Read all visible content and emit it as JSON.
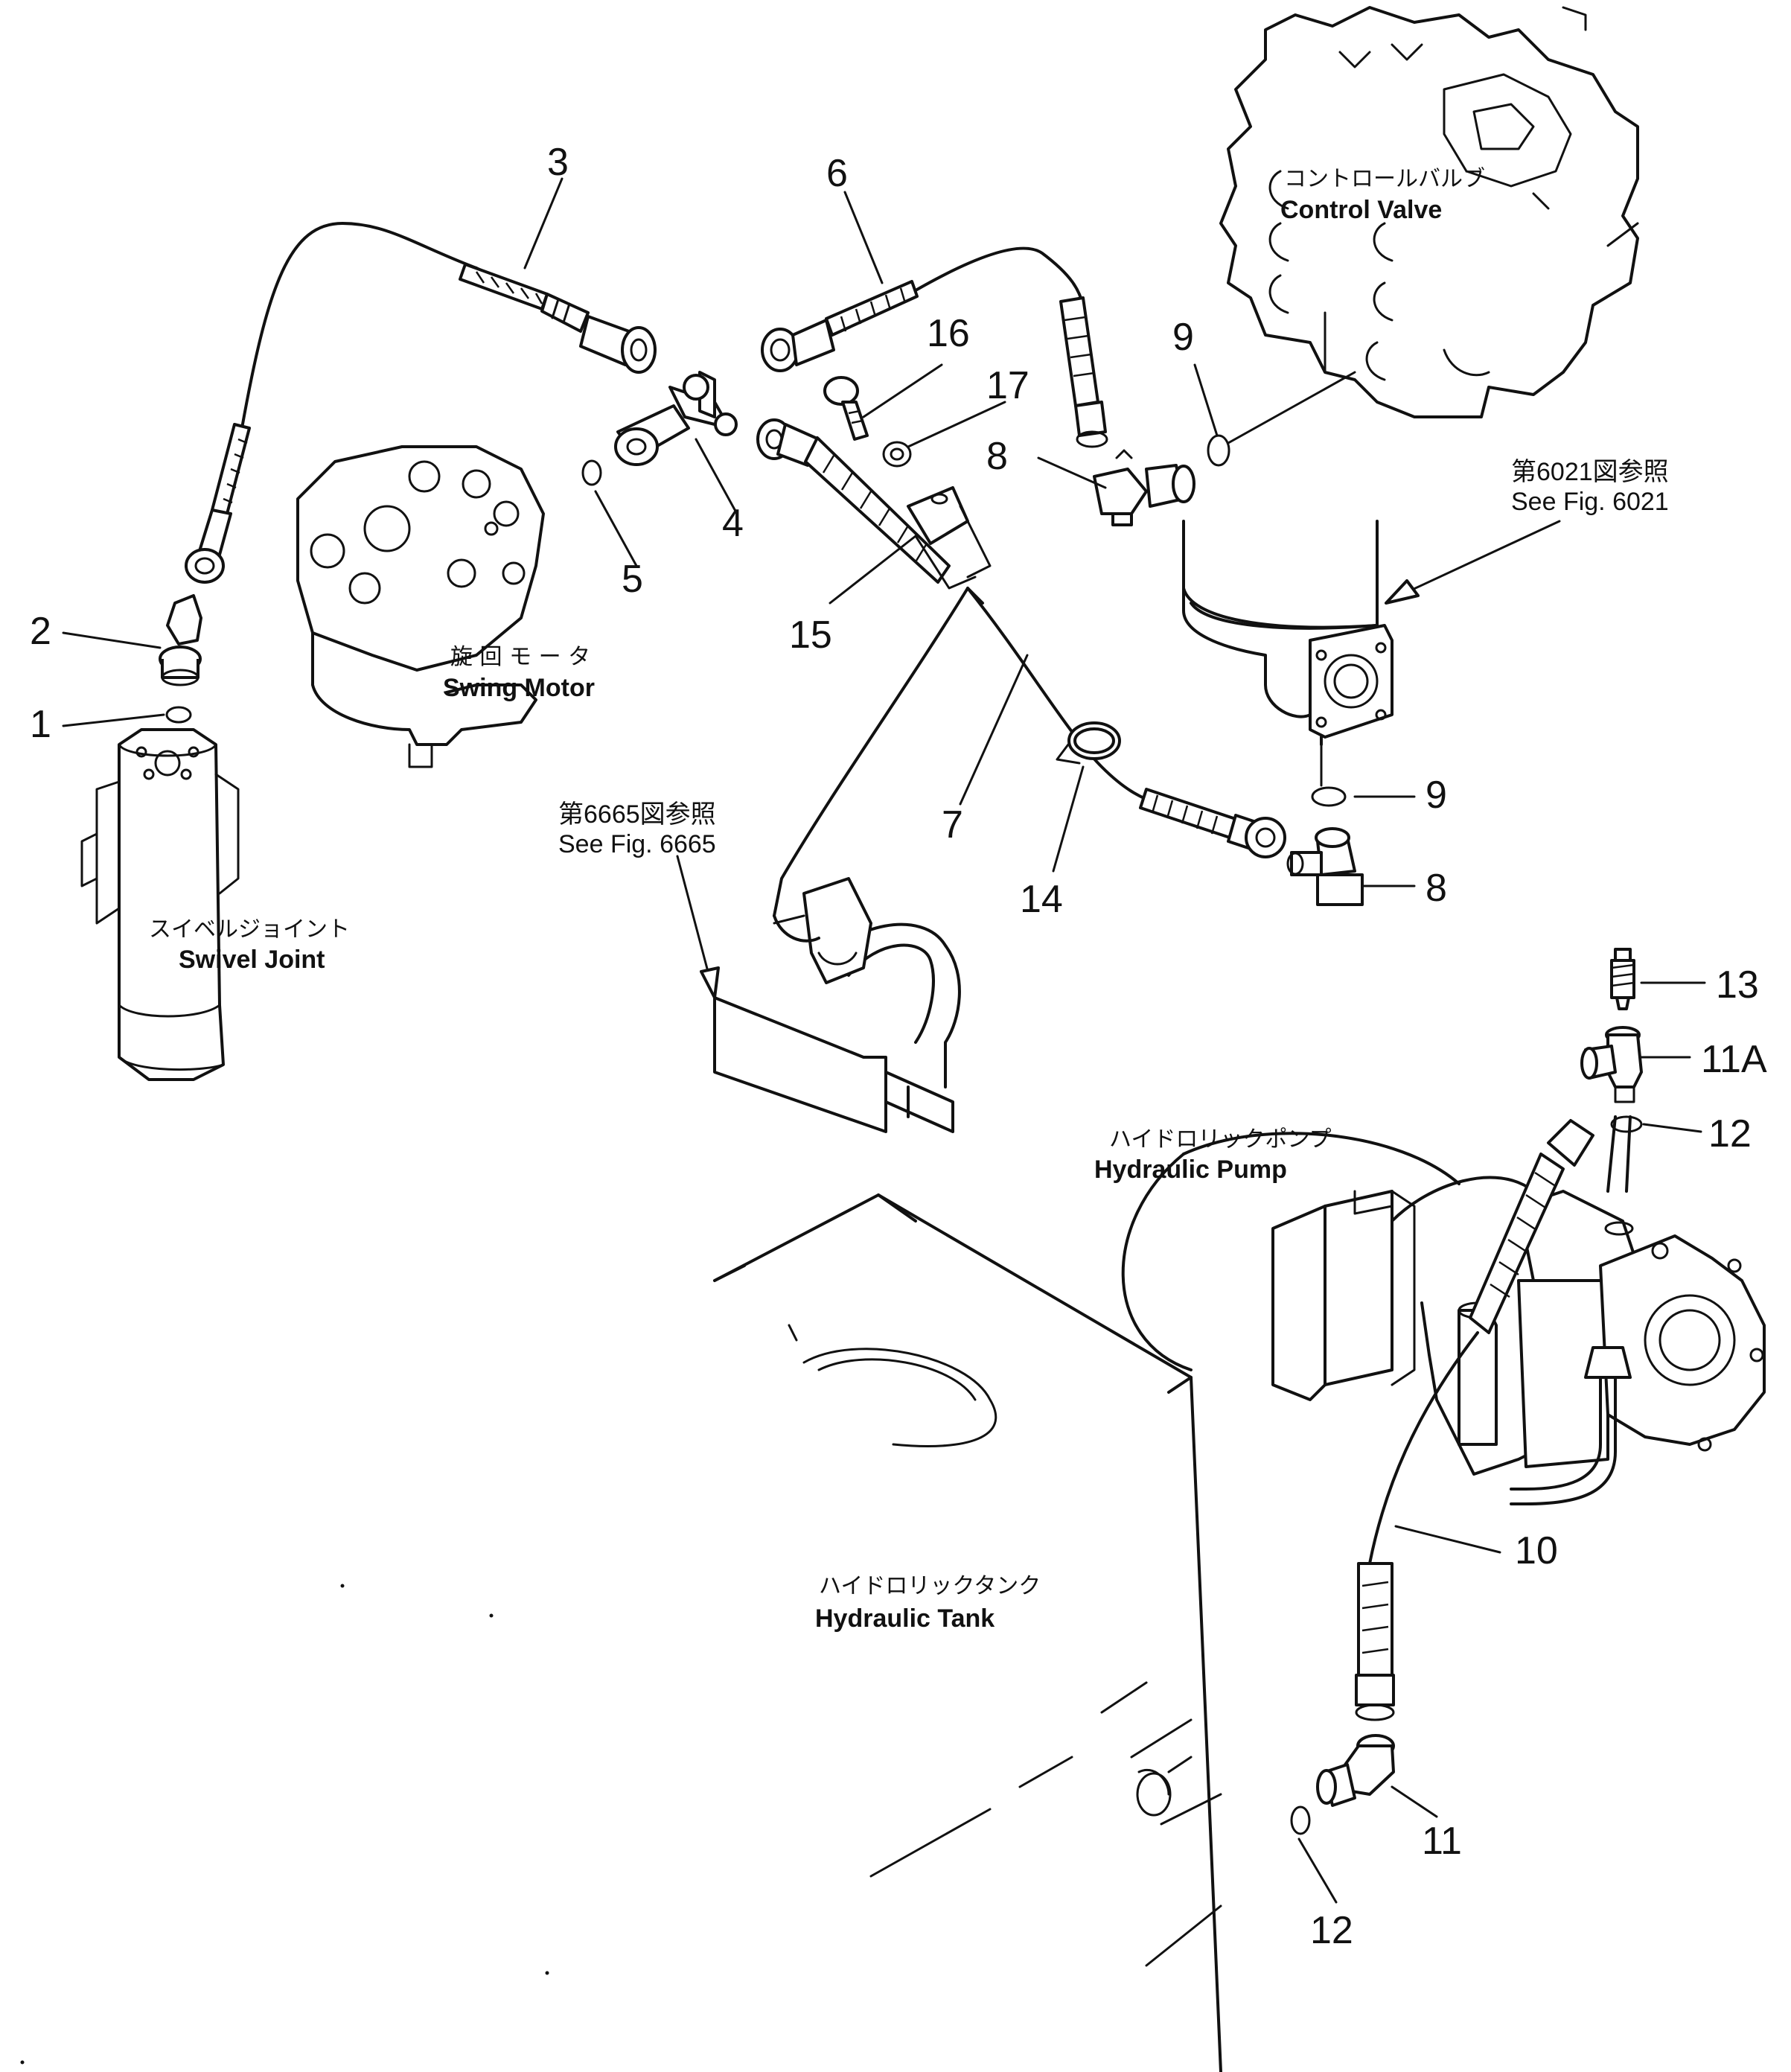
{
  "parts": [
    {
      "id": "p1",
      "label": "1"
    },
    {
      "id": "p2",
      "label": "2"
    },
    {
      "id": "p3",
      "label": "3"
    },
    {
      "id": "p4",
      "label": "4"
    },
    {
      "id": "p5",
      "label": "5"
    },
    {
      "id": "p6",
      "label": "6"
    },
    {
      "id": "p7",
      "label": "7"
    },
    {
      "id": "p8a",
      "label": "8"
    },
    {
      "id": "p8b",
      "label": "8"
    },
    {
      "id": "p9a",
      "label": "9"
    },
    {
      "id": "p9b",
      "label": "9"
    },
    {
      "id": "p10",
      "label": "10"
    },
    {
      "id": "p11",
      "label": "11"
    },
    {
      "id": "p11A",
      "label": "11A"
    },
    {
      "id": "p12a",
      "label": "12"
    },
    {
      "id": "p12b",
      "label": "12"
    },
    {
      "id": "p13",
      "label": "13"
    },
    {
      "id": "p14",
      "label": "14"
    },
    {
      "id": "p15",
      "label": "15"
    },
    {
      "id": "p16",
      "label": "16"
    },
    {
      "id": "p17",
      "label": "17"
    }
  ],
  "components": {
    "control_valve": {
      "jp": "コントロールバルブ",
      "en": "Control  Valve"
    },
    "swing_motor": {
      "jp": "旋 回 モ ー タ",
      "en": "Swing  Motor"
    },
    "swivel_joint": {
      "jp": "スイベルジョイント",
      "en": "Swivel  Joint"
    },
    "hydraulic_pump": {
      "jp": "ハイドロリックポンプ",
      "en": "Hydraulic  Pump"
    },
    "hydraulic_tank": {
      "jp": "ハイドロリックタンク",
      "en": "Hydraulic  Tank"
    }
  },
  "references": {
    "fig6021": {
      "jp": "第6021図参照",
      "en": "See  Fig.  6021"
    },
    "fig6665": {
      "jp": "第6665図参照",
      "en": "See  Fig.  6665"
    }
  }
}
